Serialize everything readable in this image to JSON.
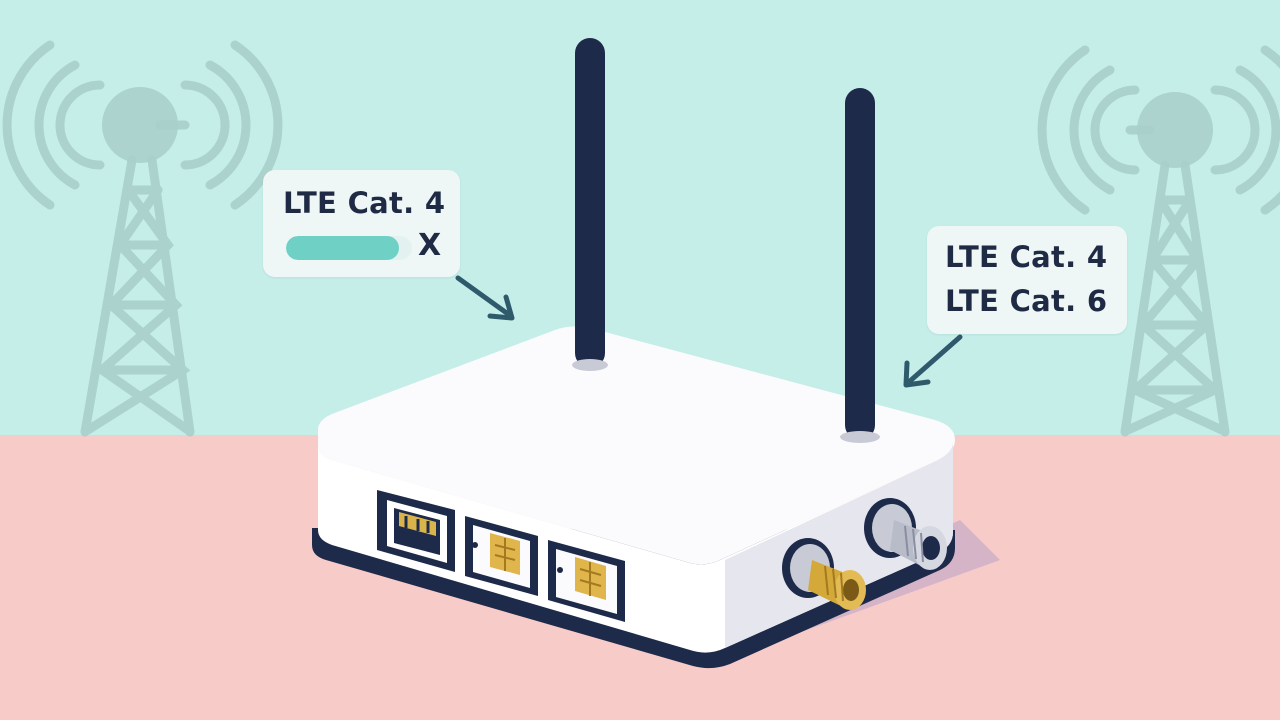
{
  "colors": {
    "sky": "#c5eee9",
    "floor": "#f6cbc8",
    "tower": "#a9cfca",
    "router_body": "#ffffff",
    "router_edge": "#1e2a4a",
    "antenna": "#1e2a4a",
    "accent_teal": "#6fd0c6",
    "gold_connector": "#d4a93a",
    "silver_connector": "#b8bcc8",
    "callout_text": "#1f2b45",
    "shadow": "#b9a3c8"
  },
  "callout_left": {
    "title": "LTE Cat. 4",
    "progress_fraction": 0.9,
    "close_glyph": "X"
  },
  "callout_right": {
    "line1": "LTE Cat. 4",
    "line2": "LTE Cat. 6"
  },
  "icons": {
    "left_tower": "cell-tower-icon",
    "right_tower": "cell-tower-icon",
    "close": "close-icon",
    "sim_card": "sim-card-icon"
  }
}
